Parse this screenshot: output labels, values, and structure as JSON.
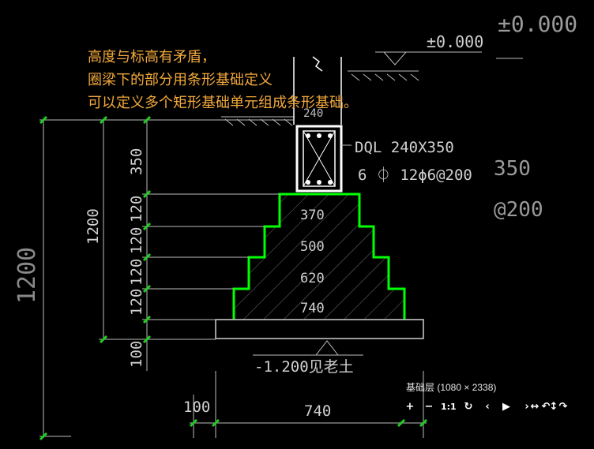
{
  "annotation": {
    "color": "#f2a93b",
    "lines": [
      "高度与标高有矛盾，",
      "圈梁下的部分用条形基础定义",
      "可以定义多个矩形基础单元组成条形基础。"
    ]
  },
  "drawing": {
    "colors": {
      "outline": "#ffffff",
      "footing": "#00ff00",
      "dim_tick": "#22cc22",
      "text": "#d0d0d0"
    },
    "elevations": {
      "top_right": "±0.000",
      "top_mid": "±0.000",
      "bottom": "-1.200见老土"
    },
    "beam": {
      "label": "DQL 240X350",
      "rebar": "6 ⏀ 12ϕ6@200",
      "top_dim": "240"
    },
    "step_widths": [
      "370",
      "500",
      "620",
      "740"
    ],
    "left_dims": {
      "total": "1200",
      "mid_total": "1200",
      "segments": [
        "350",
        "120",
        "120",
        "120",
        "120",
        "100"
      ]
    },
    "bottom_dims": [
      "100",
      "740"
    ],
    "right_partial": [
      "350",
      "@200"
    ]
  },
  "viewer": {
    "image_info": "基础层 (1080 × 2338)",
    "buttons": [
      {
        "name": "zoom-in-button",
        "label": "+"
      },
      {
        "name": "zoom-out-button",
        "label": "−"
      },
      {
        "name": "actual-size-button",
        "label": "1:1"
      },
      {
        "name": "reset-button",
        "label": "↻"
      },
      {
        "name": "prev-button",
        "label": "‹"
      },
      {
        "name": "play-button",
        "label": "▶"
      },
      {
        "name": "next-button",
        "label": "›"
      },
      {
        "name": "rotate-left-button",
        "label": "↶"
      },
      {
        "name": "rotate-right-button",
        "label": "↷"
      },
      {
        "name": "flip-horizontal-button",
        "label": "↔"
      },
      {
        "name": "flip-vertical-button",
        "label": "↕"
      }
    ]
  }
}
